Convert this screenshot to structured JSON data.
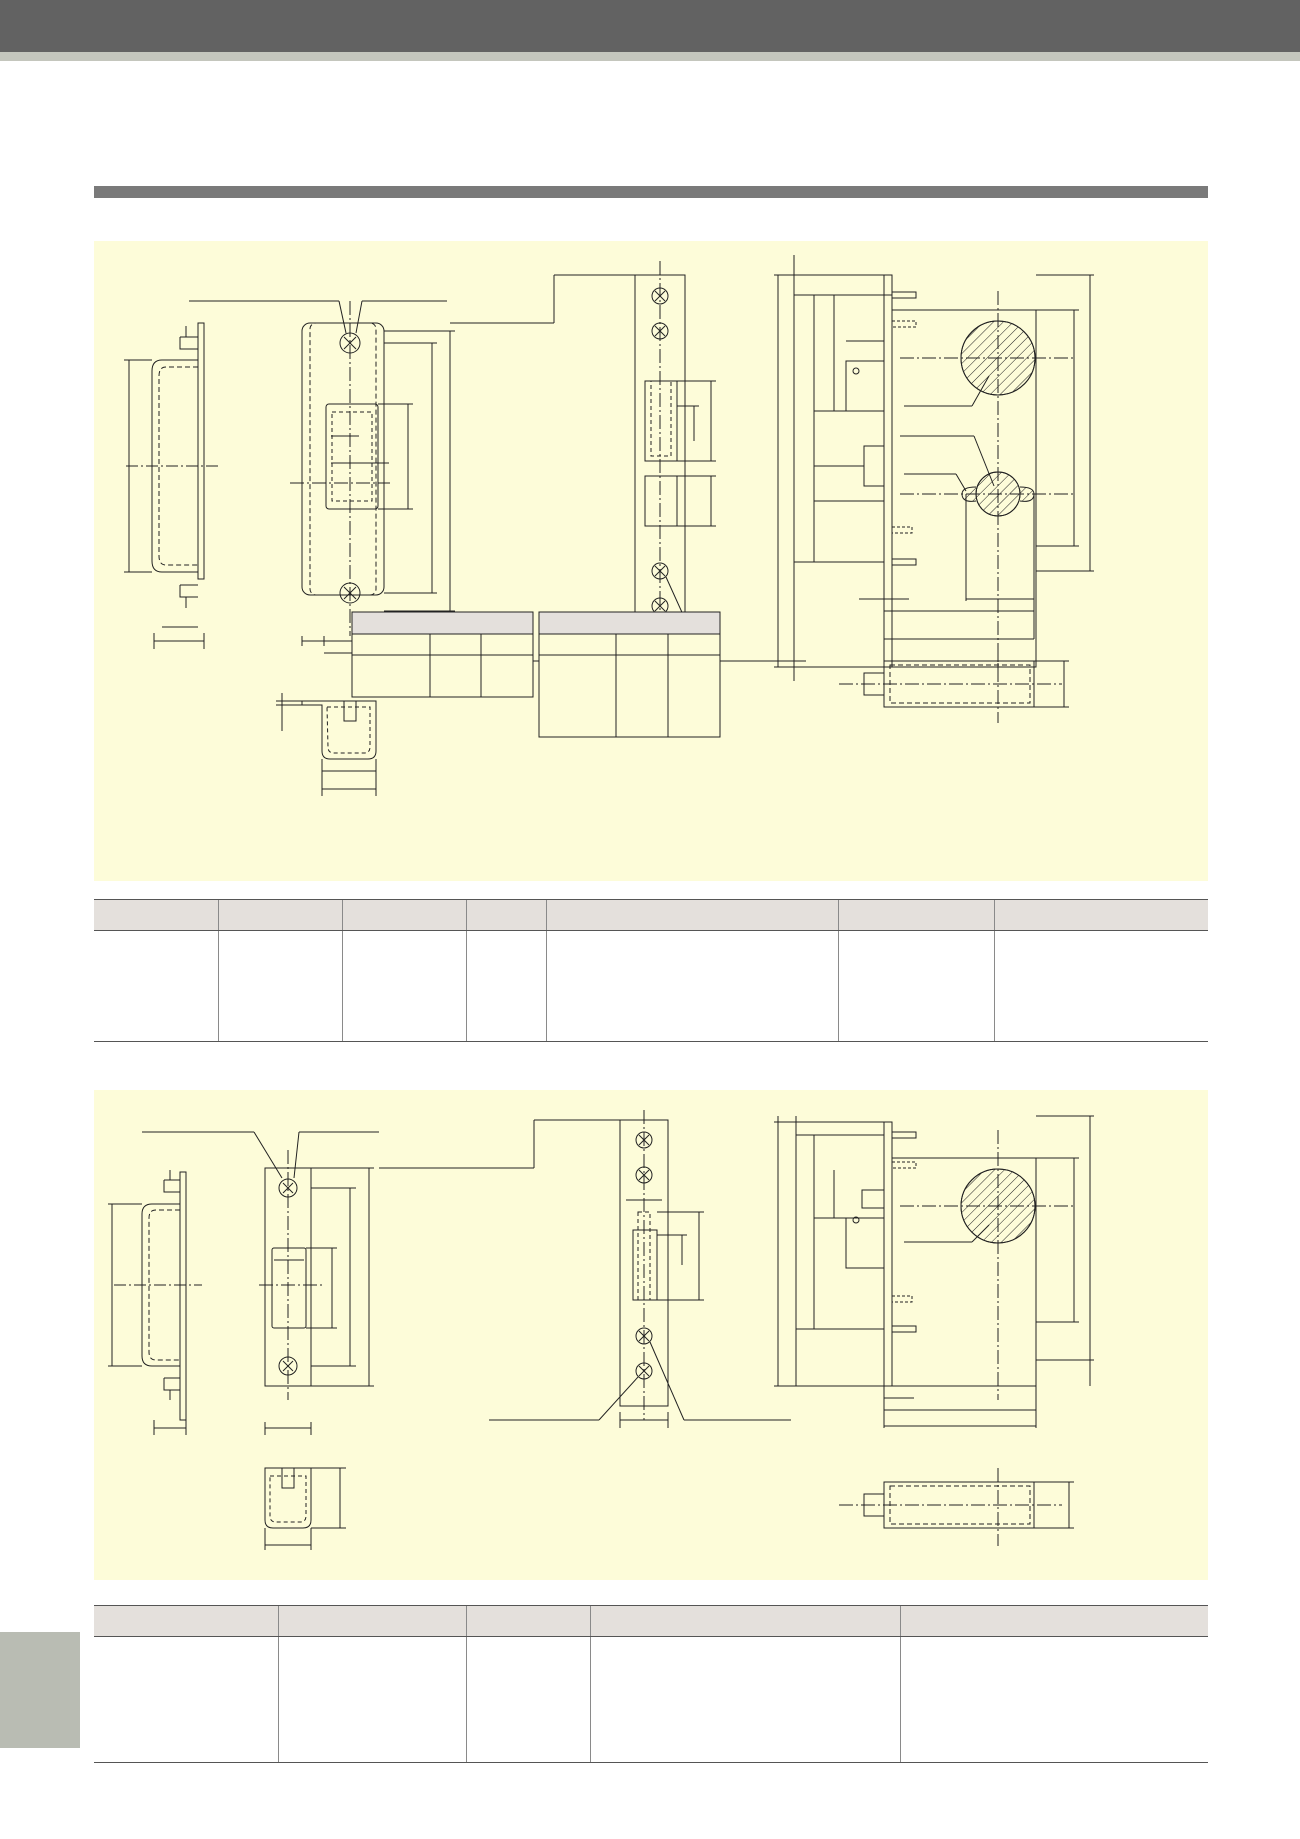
{
  "header": {
    "bar_color": "#626262",
    "sub_bar_color": "#c4c6bd",
    "section_rule_color": "#7a7a7a"
  },
  "drawing_panels": [
    {
      "id": "panel-1",
      "background": "#fdfcd9",
      "content": "technical-drawing"
    },
    {
      "id": "panel-2",
      "background": "#fdfcd9",
      "content": "technical-drawing"
    }
  ],
  "spec_tables": [
    {
      "id": "table-1",
      "columns": 7,
      "rows": 1,
      "header_background": "#e4e0dc"
    },
    {
      "id": "table-2",
      "columns": 5,
      "rows": 1,
      "header_background": "#e4e0dc"
    }
  ],
  "side_tab": {
    "color": "#b9bcb3"
  }
}
